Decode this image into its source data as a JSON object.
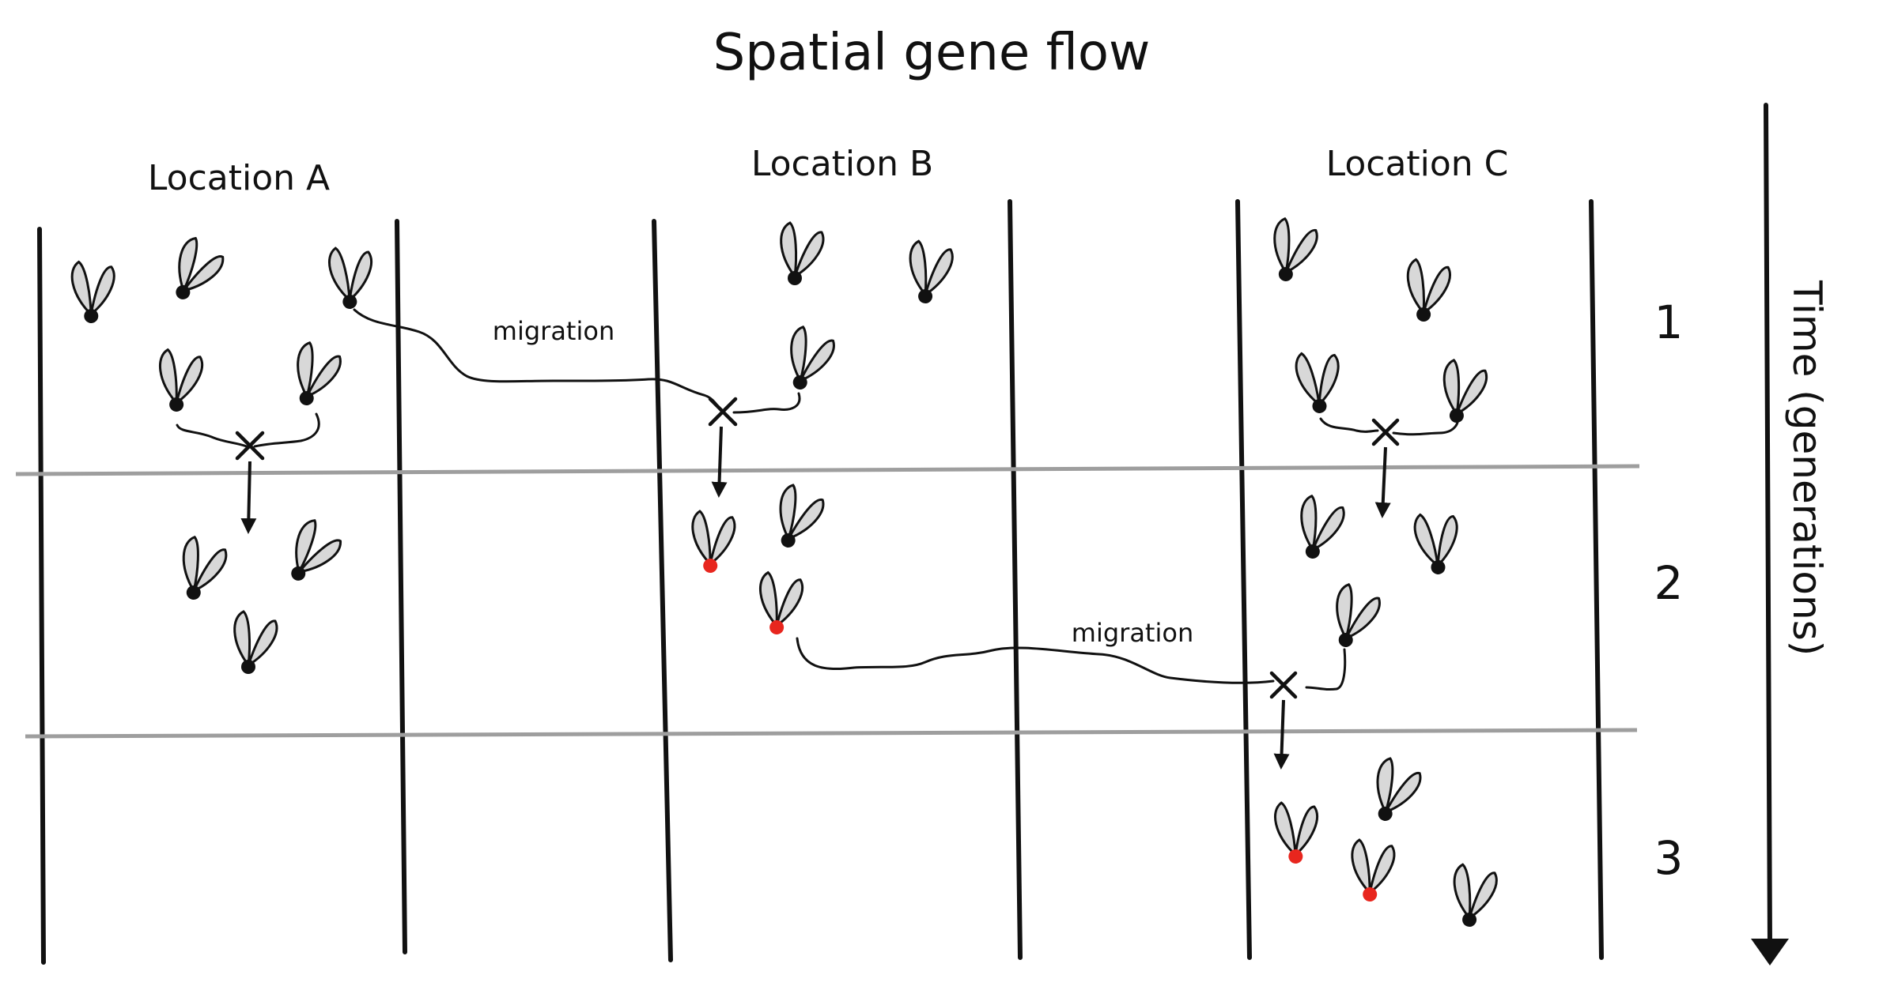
{
  "title": "Spatial gene flow",
  "locations": [
    "Location A",
    "Location B",
    "Location C"
  ],
  "generations": [
    "1",
    "2",
    "3"
  ],
  "migration_label": "migration",
  "time_axis_label": "Time (generations)",
  "colors": {
    "fly_wing": "#d8d8d8",
    "fly_body": "#111111",
    "migrant_body": "#e8261e",
    "generation_divider": "#9e9e9e"
  },
  "flies": [
    {
      "location": "A",
      "generation": 1,
      "migrant": false
    },
    {
      "location": "A",
      "generation": 1,
      "migrant": false
    },
    {
      "location": "A",
      "generation": 1,
      "migrant": true
    },
    {
      "location": "A",
      "generation": 1,
      "migrant": false
    },
    {
      "location": "A",
      "generation": 1,
      "migrant": false
    },
    {
      "location": "B",
      "generation": 1,
      "migrant": false
    },
    {
      "location": "B",
      "generation": 1,
      "migrant": false
    },
    {
      "location": "B",
      "generation": 1,
      "migrant": false
    },
    {
      "location": "C",
      "generation": 1,
      "migrant": false
    },
    {
      "location": "C",
      "generation": 1,
      "migrant": false
    },
    {
      "location": "C",
      "generation": 1,
      "migrant": false
    },
    {
      "location": "C",
      "generation": 1,
      "migrant": false
    },
    {
      "location": "A",
      "generation": 2,
      "migrant": false
    },
    {
      "location": "A",
      "generation": 2,
      "migrant": false
    },
    {
      "location": "A",
      "generation": 2,
      "migrant": false
    },
    {
      "location": "B",
      "generation": 2,
      "migrant": true
    },
    {
      "location": "B",
      "generation": 2,
      "migrant": false
    },
    {
      "location": "B",
      "generation": 2,
      "migrant": true
    },
    {
      "location": "C",
      "generation": 2,
      "migrant": false
    },
    {
      "location": "C",
      "generation": 2,
      "migrant": false
    },
    {
      "location": "C",
      "generation": 2,
      "migrant": false
    },
    {
      "location": "C",
      "generation": 3,
      "migrant": true
    },
    {
      "location": "C",
      "generation": 3,
      "migrant": false
    },
    {
      "location": "C",
      "generation": 3,
      "migrant": true
    },
    {
      "location": "C",
      "generation": 3,
      "migrant": false
    }
  ]
}
